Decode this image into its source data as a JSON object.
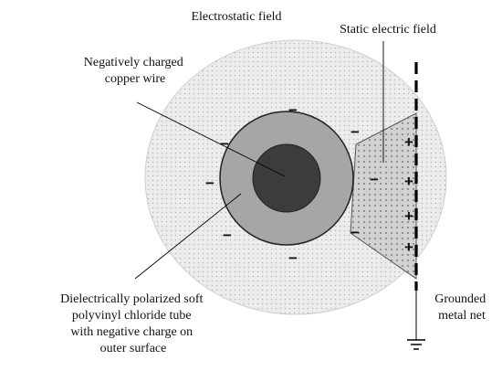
{
  "labels": {
    "electrostatic_field": "Electrostatic field",
    "static_electric_field": "Static electric field",
    "wire_line1": "Negatively charged",
    "wire_line2": "copper wire",
    "tube_line1": "Dielectrically polarized soft",
    "tube_line2": "polyvinyl chloride tube",
    "tube_line3": "with negative charge on",
    "tube_line4": "outer surface",
    "net_line1": "Grounded",
    "net_line2": "metal net"
  },
  "charges": {
    "negative_symbol": "−",
    "positive_symbol": "+"
  },
  "colors": {
    "field_fill": "#ececec",
    "field_dots": "#b5b5b5",
    "tube_fill": "#a6a6a6",
    "wire_fill": "#3c3c3c",
    "wedge_fill": "#cfcfcf",
    "net_line": "#000000"
  }
}
